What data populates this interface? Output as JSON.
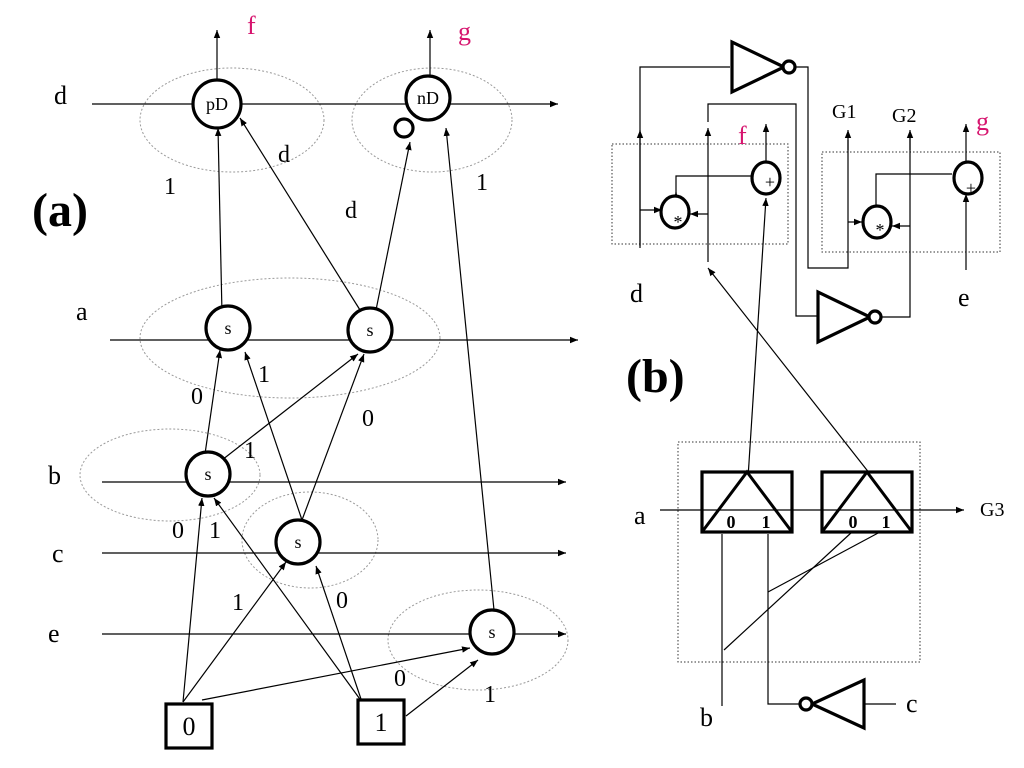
{
  "panel_a": {
    "label": "(a)",
    "var_labels": {
      "d": "d",
      "a": "a",
      "b": "b",
      "c": "c",
      "e": "e"
    },
    "outputs": {
      "f": "f",
      "g": "g"
    },
    "nodes": {
      "pD": "pD",
      "nD": "nD",
      "s": "s"
    },
    "terminals": {
      "zero": "0",
      "one": "1"
    },
    "edge_labels": {
      "pd_left": "1",
      "pd_diag": "d",
      "nd_left": "d",
      "nd_right": "1",
      "a1_zero": "0",
      "a1_one": "1",
      "a2_one": "1",
      "a2_zero": "0",
      "b_zero": "0",
      "b_one": "1",
      "c_one": "1",
      "c_zero": "0",
      "e_zero": "0",
      "e_one": "1"
    }
  },
  "panel_b": {
    "label": "(b)",
    "inputs": {
      "d": "d",
      "e": "e",
      "a": "a",
      "b": "b",
      "c": "c"
    },
    "outputs": {
      "f": "f",
      "g": "g",
      "G1": "G1",
      "G2": "G2",
      "G3": "G3"
    },
    "ops": {
      "mult": "*",
      "plus": "+"
    },
    "mux_labels": {
      "zero": "0",
      "one": "1"
    }
  }
}
